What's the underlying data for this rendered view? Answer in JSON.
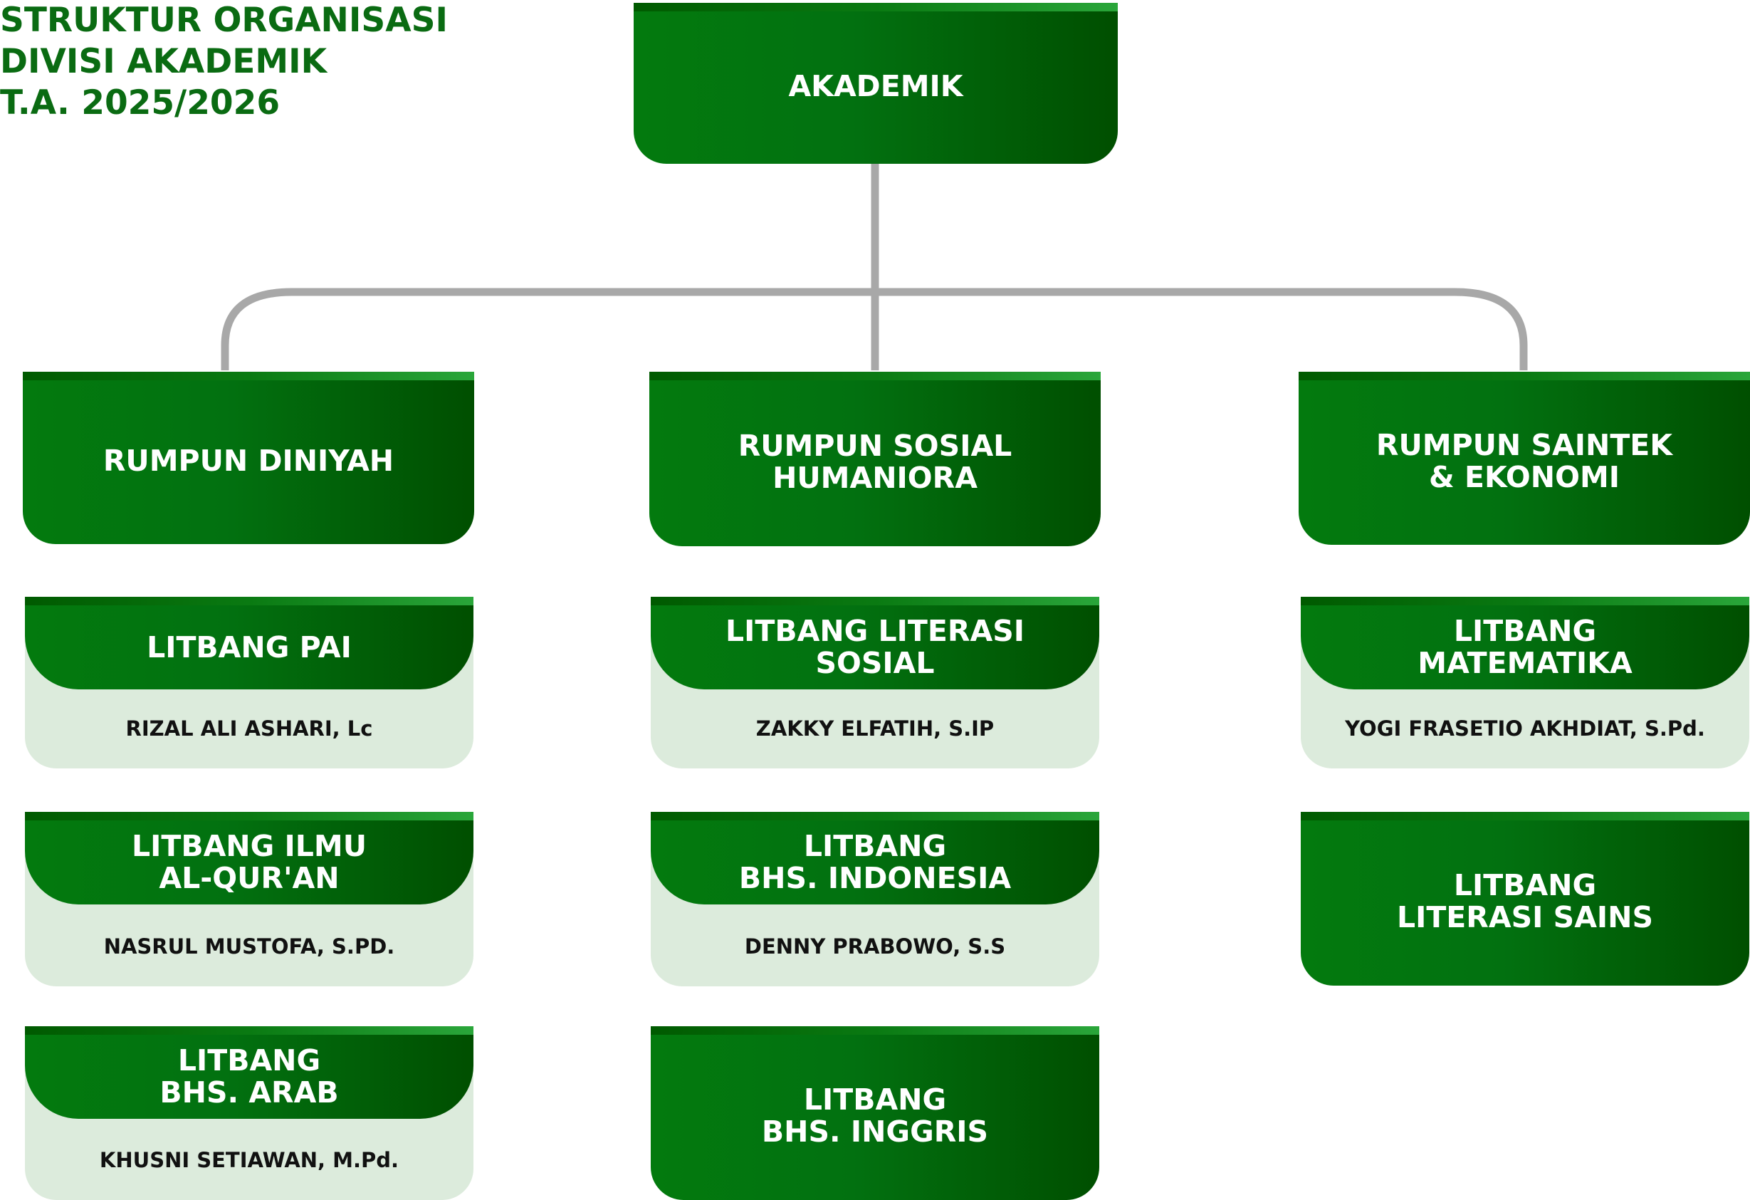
{
  "title": {
    "line1": "STRUKTUR ORGANISASI",
    "line2": "DIVISI AKADEMIK",
    "line3": "T.A. 2025/2026"
  },
  "root": {
    "label": "AKADEMIK"
  },
  "clusters": [
    {
      "label": "RUMPUN DINIYAH",
      "units": [
        {
          "label": "LITBANG PAI",
          "person": "RIZAL ALI ASHARI, Lc"
        },
        {
          "label": "LITBANG ILMU\nAL-QUR'AN",
          "person": "NASRUL MUSTOFA, S.PD."
        },
        {
          "label": "LITBANG\nBHS. ARAB",
          "person": "KHUSNI SETIAWAN, M.Pd."
        }
      ]
    },
    {
      "label": "RUMPUN SOSIAL\nHUMANIORA",
      "units": [
        {
          "label": "LITBANG LITERASI\nSOSIAL",
          "person": "ZAKKY ELFATIH, S.IP"
        },
        {
          "label": "LITBANG\nBHS. INDONESIA",
          "person": "DENNY PRABOWO, S.S"
        },
        {
          "label": "LITBANG\nBHS. INGGRIS",
          "person": ""
        }
      ]
    },
    {
      "label": "RUMPUN SAINTEK\n& EKONOMI",
      "units": [
        {
          "label": "LITBANG\nMATEMATIKA",
          "person": "YOGI FRASETIO AKHDIAT, S.Pd."
        },
        {
          "label": "LITBANG\nLITERASI SAINS",
          "person": ""
        }
      ]
    }
  ],
  "colors": {
    "green": "#027110",
    "dark_green": "#004f00",
    "light_green": "#dcebdc",
    "connector": "#a8a8a8",
    "title": "#0a6b12"
  }
}
